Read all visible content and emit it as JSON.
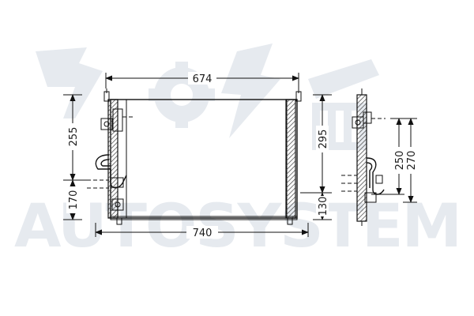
{
  "watermark": {
    "text": "AUTOSYSTEM",
    "color": "#e6eaef"
  },
  "dimensions": {
    "width_top": "674",
    "width_bottom": "740",
    "height_left_upper": "255",
    "height_left_lower": "170",
    "height_core": "295",
    "height_right_lower": "130",
    "side_height_inner": "250",
    "side_height_outer": "270"
  },
  "colors": {
    "line": "#111111",
    "hatch": "#555555",
    "background": "#ffffff"
  }
}
